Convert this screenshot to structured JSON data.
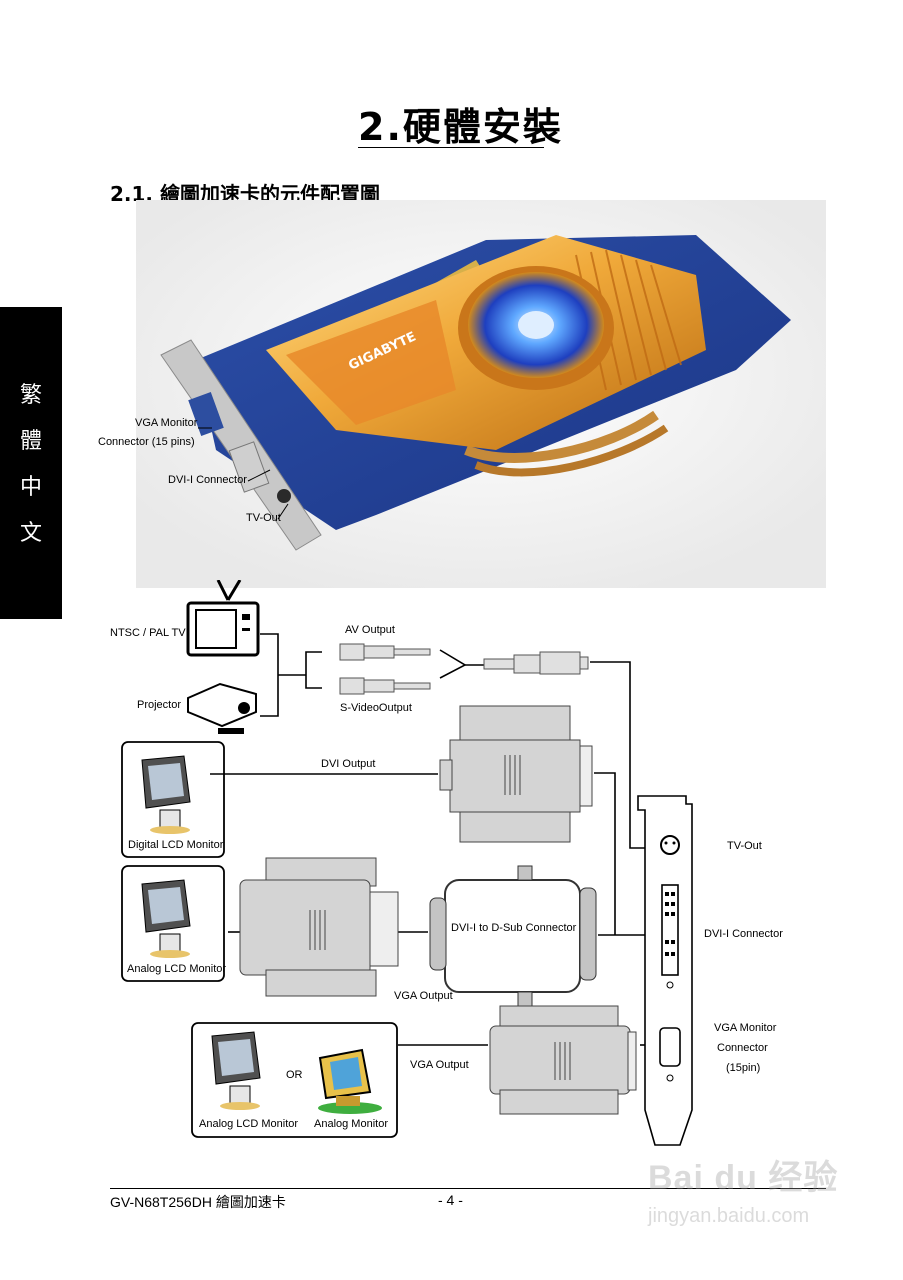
{
  "page": {
    "title": "2.硬體安裝",
    "section": "2.1. 繪圖加速卡的元件配置圖",
    "sidebar_chars": [
      "繁",
      "體",
      "中",
      "文"
    ]
  },
  "photo_labels": {
    "vga_line1": "VGA Monitor",
    "vga_line2": "Connector (15 pins)",
    "dvi": "DVI-I Connector",
    "tvout": "TV-Out",
    "brand": "GIGABYTE"
  },
  "diagram": {
    "tv": "NTSC / PAL TV",
    "projector": "Projector",
    "av_output": "AV Output",
    "svideo_output": "S-VideoOutput",
    "dvi_output": "DVI Output",
    "digital_lcd": "Digital LCD Monitor",
    "analog_lcd_1": "Analog LCD Monitor",
    "dvi_dsub": "DVI-I to D-Sub Connector",
    "vga_output_1": "VGA Output",
    "vga_output_2": "VGA Output",
    "analog_lcd_2": "Analog LCD Monitor",
    "or": "OR",
    "analog_monitor": "Analog Monitor",
    "bracket_tvout": "TV-Out",
    "bracket_dvi": "DVI-I Connector",
    "bracket_vga_1": "VGA Monitor",
    "bracket_vga_2": "Connector",
    "bracket_vga_3": "(15pin)"
  },
  "footer": {
    "model": "GV-N68T256DH 繪圖加速卡",
    "page_number": "- 4 -"
  },
  "watermark": {
    "brand": "Bai du 经验",
    "url": "jingyan.baidu.com"
  }
}
